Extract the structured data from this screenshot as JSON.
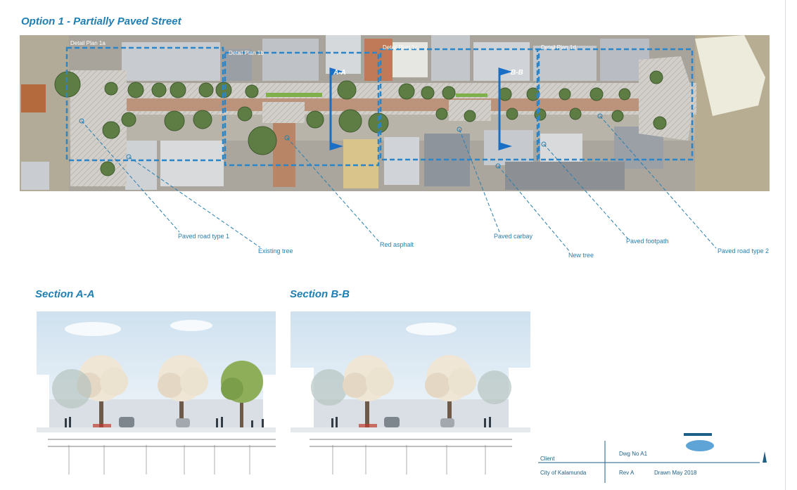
{
  "titles": {
    "main": "Option 1 - Partially Paved Street",
    "section_a": "Section A-A",
    "section_b": "Section B-B"
  },
  "plan": {
    "detail_labels": [
      "Detail Plan 1a",
      "Detail Plan 1b",
      "Detail Plan 1c",
      "Detail Plan 1d"
    ],
    "section_markers": [
      "A-A",
      "B-B"
    ]
  },
  "callouts": [
    "Paved road type 1",
    "Existing tree",
    "Red asphalt",
    "Paved carbay",
    "New tree",
    "Paved footpath",
    "Paved road type 2"
  ],
  "title_block": {
    "client_label": "Client",
    "client": "City of Kalamunda",
    "drawing_no": "Dwg No A1",
    "revision": "Rev A",
    "drawn": "Drawn May 2018"
  },
  "colors": {
    "accent": "#1f7fb3",
    "dashed_box": "#2a86c8",
    "paving": "#c9c6c0",
    "red_asphalt": "#b98a6f",
    "tree_green": "#5e7d45"
  }
}
